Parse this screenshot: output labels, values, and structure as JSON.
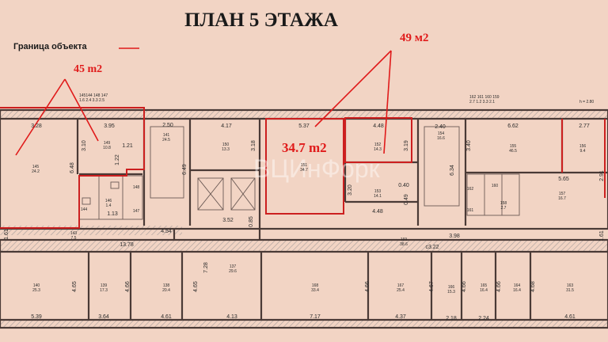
{
  "title": "ПЛАН 5 ЭТАЖА",
  "legend": {
    "label": "Граница объекта"
  },
  "highlights": {
    "area_45": "45 m2",
    "area_49": "49 м2",
    "area_34_7": "34.7 m2"
  },
  "watermark": "ВЦИнФорк",
  "scale_note": "h = 2.80",
  "colors": {
    "background": "#f2d4c4",
    "wall": "#4a3a36",
    "highlight_red": "#e01a1a",
    "hatch": "#b0a4a0"
  },
  "room_labels": {
    "r145": "145\n24.2",
    "r149": "149\n10.8",
    "r148": "148",
    "r146": "146\n1.4",
    "r144": "144",
    "r147": "147",
    "r143": "143\n7.5",
    "r150": "150\n13.3",
    "r151": "151\n34.7",
    "r152": "152\n14.3",
    "r153": "153\n14.1",
    "r154": "154\n16.6",
    "r155": "155\n46.5",
    "r156": "156\n9.4",
    "r157": "157\n16.7",
    "r158": "158\n2.7",
    "r160": "160",
    "r161": "161",
    "r162": "162",
    "r169": "169\n38.6",
    "r141": "141\n24.5",
    "r140": "140\n25.3",
    "r139": "139\n17.3",
    "r138": "138\n20.4",
    "r137": "137\n29.6",
    "r168": "168\n33.4",
    "r167": "167\n25.4",
    "r166": "166\n15.3",
    "r165": "165\n16.4",
    "r164": "164\n16.4",
    "r163": "163\n31.5"
  },
  "dimensions": {
    "d_3_28": "3.28",
    "d_3_95": "3.95",
    "d_2_50": "2.50",
    "d_4_17": "4.17",
    "d_5_37": "5.37",
    "d_4_48a": "4.48",
    "d_2_40": "2.40",
    "d_6_62": "6.62",
    "d_2_77": "2.77",
    "d_3_10": "3.10",
    "d_1_21": "1.21",
    "d_1_22": "1.22",
    "d_6_48": "6.48",
    "d_6_49": "6.49",
    "d_3_18": "3.18",
    "d_3_19": "3.19",
    "d_3_40": "3.40",
    "d_3_20": "3.20",
    "d_0_40": "0.40",
    "d_0_49": "0.49",
    "d_4_48b": "4.48",
    "d_6_34": "6.34",
    "d_5_65": "5.65",
    "d_1_13": "1.13",
    "d_1_61a": "1.61",
    "d_4_54": "4.54",
    "d_3_52": "3.52",
    "d_0_85": "0.85",
    "d_3_98": "3.98",
    "d_13_78": "13.78",
    "d_7_28": "7.28",
    "d_c3_22": "c3.22",
    "d_4_65a": "4.65",
    "d_4_65b": "4.65",
    "d_4_66a": "4.66",
    "d_4_66b": "4.66",
    "d_4_67": "4.67",
    "d_4_66c": "4.66",
    "d_4_68": "4.68",
    "d_4_66d": "4.66",
    "d_5_39": "5.39",
    "d_3_64": "3.64",
    "d_4_61a": "4.61",
    "d_4_13": "4.13",
    "d_7_17": "7.17",
    "d_4_37": "4.37",
    "d_2_18": "2.18",
    "d_2_24": "2.24",
    "d_4_61b": "4.61",
    "d_2_91": "2.91",
    "d_1_61b": "1.61"
  },
  "top_codes": {
    "left": "145144  148 147\n1.6 2.4   3.3  2.5",
    "right": "162 161 160 159\n2.7  1.2   3.3  2.1"
  }
}
